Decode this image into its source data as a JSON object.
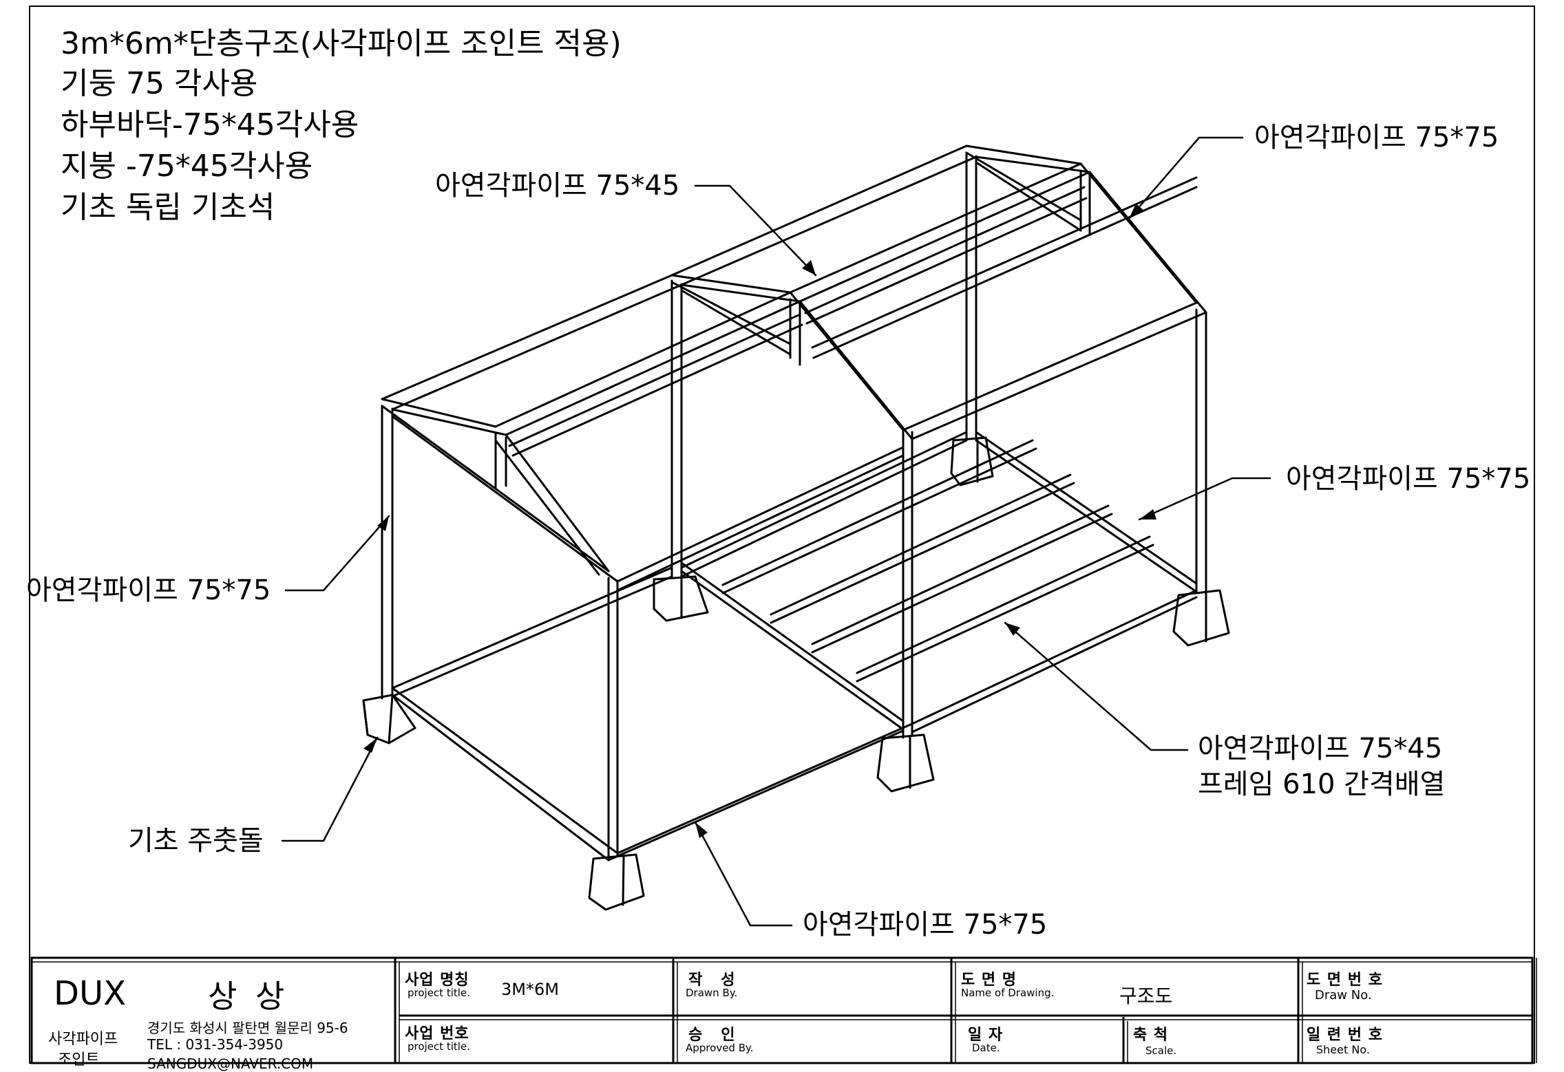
{
  "notes": [
    "3m*6m*단층구조(사각파이프 조인트 적용)",
    "기둥 75 각사용",
    "하부바닥-75*45각사용",
    "지붕 -75*45각사용",
    "기초 독립 기초석"
  ],
  "callouts": {
    "roof_purlin": "아연각파이프 75*45",
    "rafter_right": "아연각파이프 75*75",
    "floor_beam_right": "아연각파이프 75*75",
    "column_left": "아연각파이프 75*75",
    "floor_joist_line1": "아연각파이프 75*45",
    "floor_joist_line2": "프레임 610 간격배열",
    "foundation": "기초 주춧돌",
    "base_beam_front": "아연각파이프 75*75"
  },
  "title_block": {
    "company_logo": "DUX",
    "company_name": "상 상",
    "product_line1": "사각파이프",
    "product_line2": "조인트",
    "address": "경기도 화성시 팔탄면 월문리 95-6",
    "tel": "TEL : 031-354-3950",
    "email": "SANGDUX@NAVER.COM",
    "project_title_label": "사업 명칭",
    "project_title_sub": "project title.",
    "project_title_value": "3M*6M",
    "project_no_label": "사업 번호",
    "project_no_sub": "project title.",
    "drawn_label": "작   성",
    "drawn_sub": "Drawn By.",
    "approved_label": "승   인",
    "approved_sub": "Approved By.",
    "drawing_name_label": "도 면 명",
    "drawing_name_sub": "Name of Drawing.",
    "drawing_name_value": "구조도",
    "date_label": "일 자",
    "date_sub": "Date.",
    "scale_label": "축 척",
    "scale_sub": "Scale.",
    "draw_no_label": "도 면 번 호",
    "draw_no_sub": "Draw No.",
    "sheet_no_label": "일 련 번 호",
    "sheet_no_sub": "Sheet No."
  }
}
